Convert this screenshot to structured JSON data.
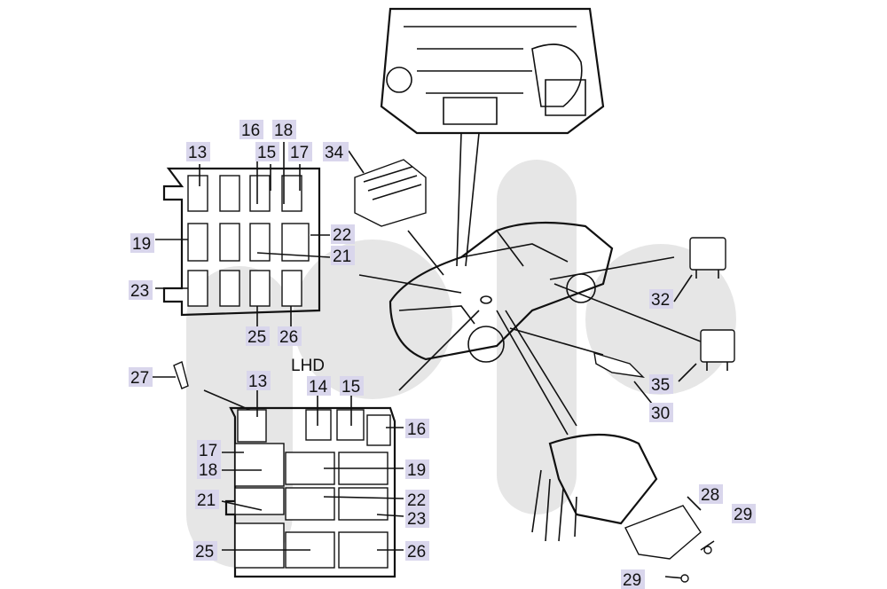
{
  "diagram": {
    "variant_label": "LHD",
    "watermark_colors": [
      "#e6e6e6"
    ],
    "tag_color": "#d9d6ec",
    "callouts_upper_box": [
      "13",
      "16",
      "15",
      "18",
      "17",
      "19",
      "22",
      "21",
      "23",
      "25",
      "26"
    ],
    "callouts_lower_box": [
      "13",
      "14",
      "15",
      "16",
      "17",
      "18",
      "19",
      "21",
      "22",
      "23",
      "25",
      "26"
    ],
    "callouts_parts": [
      "27",
      "34",
      "32",
      "35",
      "30",
      "28",
      "29",
      "29"
    ]
  }
}
